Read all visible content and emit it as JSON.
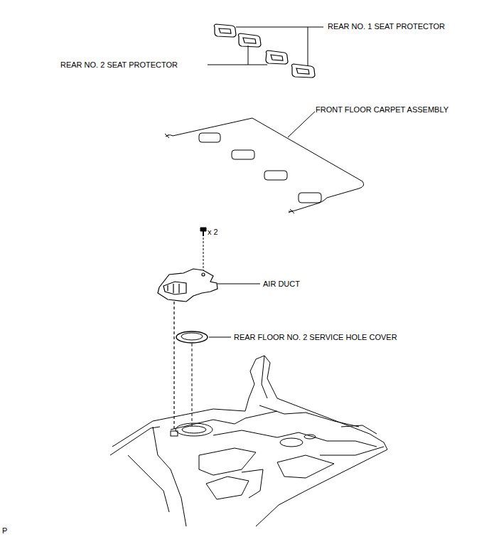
{
  "diagram": {
    "labels": [
      "REAR NO. 1 SEAT PROTECTOR",
      "REAR NO. 2 SEAT PROTECTOR",
      "FRONT FLOOR CARPET ASSEMBLY",
      "x 2",
      "AIR DUCT",
      "REAR FLOOR NO. 2 SERVICE HOLE COVER",
      "P"
    ]
  }
}
